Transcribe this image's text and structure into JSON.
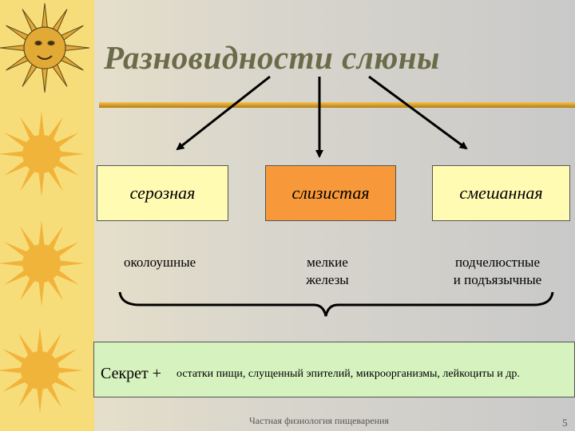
{
  "title": "Разновидности слюны",
  "saliva_types": [
    {
      "label": "серозная",
      "glands": [
        "околоушные"
      ]
    },
    {
      "label": "слизистая",
      "glands": [
        "мелкие",
        "железы"
      ]
    },
    {
      "label": "смешанная",
      "glands": [
        "подчелюстные",
        "и подъязычные"
      ]
    }
  ],
  "secretion": {
    "lead": "Секрет +",
    "tail": "остатки пищи, слущенный эпителий, микроорганизмы, лейкоциты и др."
  },
  "footer": "Частная физиология пищеварения",
  "page_number": "5",
  "colors": {
    "sidebar": "#f7dd7a",
    "sun": "#f1b43a",
    "box_light": "#fffbb3",
    "box_orange": "#f7993a",
    "secret_box": "#d5f2bf",
    "title_bar": "#e0a52c"
  }
}
